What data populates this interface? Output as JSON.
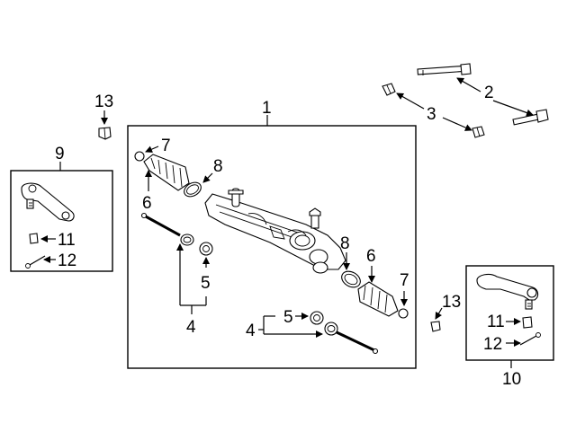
{
  "callouts": {
    "c1": "1",
    "c2": "2",
    "c3": "3",
    "c4_upper": "4",
    "c4_lower": "4",
    "c5_upper": "5",
    "c5_lower": "5",
    "c6_left": "6",
    "c6_right": "6",
    "c7_left": "7",
    "c7_right": "7",
    "c8_left": "8",
    "c8_right": "8",
    "c9": "9",
    "c10": "10",
    "c11_left": "11",
    "c11_right": "11",
    "c12_left": "12",
    "c12_right": "12",
    "c13_left": "13",
    "c13_right": "13"
  }
}
